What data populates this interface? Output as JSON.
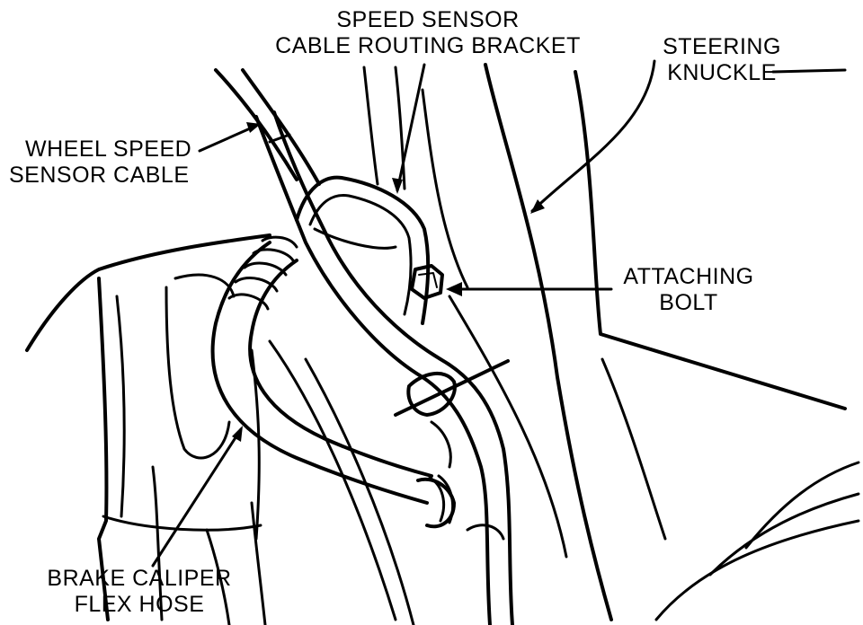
{
  "labels": {
    "speed_sensor_bracket": {
      "line1": "SPEED SENSOR",
      "line2": "CABLE ROUTING BRACKET"
    },
    "steering_knuckle": {
      "line1": "STEERING",
      "line2": "KNUCKLE"
    },
    "wheel_speed_cable": {
      "line1": "WHEEL SPEED",
      "line2": "SENSOR CABLE"
    },
    "attaching_bolt": {
      "line1": "ATTACHING",
      "line2": "BOLT"
    },
    "brake_hose": {
      "line1": "BRAKE CALIPER",
      "line2": "FLEX HOSE"
    }
  },
  "colors": {
    "ink": "#000000",
    "paper": "#ffffff"
  }
}
